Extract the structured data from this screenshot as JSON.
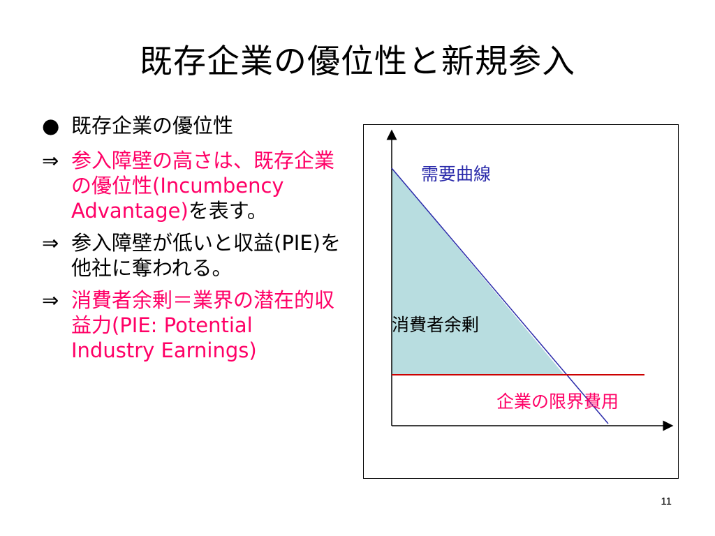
{
  "slide": {
    "title": "既存企業の優位性と新規参入",
    "page_number": "11"
  },
  "bullets": [
    {
      "marker": "●",
      "text": "既存企業の優位性"
    },
    {
      "marker": "⇒",
      "red_text": "参入障壁の高さは、既存企業の優位性(Incumbency Advantage)",
      "text": "を表す。"
    },
    {
      "marker": "⇒",
      "text": "参入障壁が低いと収益(PIE)を他社に奪われる。"
    },
    {
      "marker": "⇒",
      "red_text": "消費者余剰＝業界の潜在的収益力(PIE: Potential Industry Earnings)"
    }
  ],
  "diagram": {
    "labels": {
      "demand_curve": "需要曲線",
      "consumer_surplus": "消費者余剰",
      "marginal_cost": "企業の限界費用"
    },
    "colors": {
      "surplus_fill": "#b8dde0",
      "demand_line": "#2a2aaa",
      "cost_line": "#cc0000",
      "axis": "#000000"
    }
  }
}
